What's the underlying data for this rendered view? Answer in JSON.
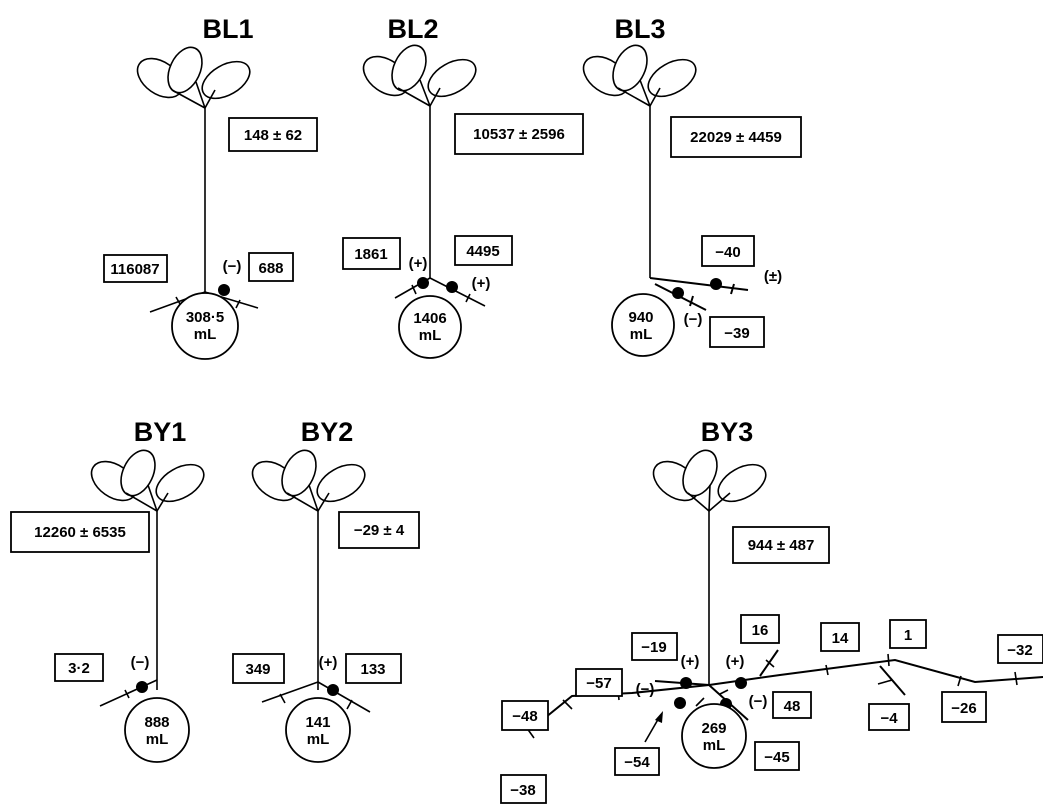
{
  "plants": {
    "BL1": {
      "title": "BL1",
      "shoot_value": "148 ± 62",
      "rhizosphere": [
        "308·5",
        "mL"
      ],
      "root_values": {
        "left": "116087",
        "right": "688"
      },
      "signs": {
        "right": "(−)"
      }
    },
    "BL2": {
      "title": "BL2",
      "shoot_value": "10537 ± 2596",
      "rhizosphere": [
        "1406",
        "mL"
      ],
      "root_values": {
        "left": "1861",
        "right": "4495"
      },
      "signs": {
        "left": "(+)",
        "right": "(+)"
      }
    },
    "BL3": {
      "title": "BL3",
      "shoot_value": "22029 ± 4459",
      "rhizosphere": [
        "940",
        "mL"
      ],
      "root_values": {
        "upper": "−40",
        "lower": "−39"
      },
      "signs": {
        "upper": "(±)",
        "lower": "(−)"
      }
    },
    "BY1": {
      "title": "BY1",
      "shoot_value": "12260 ± 6535",
      "rhizosphere": [
        "888",
        "mL"
      ],
      "root_values": {
        "left": "3·2"
      },
      "signs": {
        "left": "(−)"
      }
    },
    "BY2": {
      "title": "BY2",
      "shoot_value": "−29 ± 4",
      "rhizosphere": [
        "141",
        "mL"
      ],
      "root_values": {
        "left": "349",
        "right": "133"
      },
      "signs": {
        "right": "(+)"
      }
    },
    "BY3": {
      "title": "BY3",
      "shoot_value": "944 ± 487",
      "rhizosphere": [
        "269",
        "mL"
      ],
      "root_values": {
        "v_19": "−19",
        "v_16": "16",
        "v_14": "14",
        "v_1": "1",
        "v_32": "−32",
        "v_57": "−57",
        "v_48n": "−48",
        "v_48p": "48",
        "v_4": "−4",
        "v_26": "−26",
        "v_54": "−54",
        "v_45": "−45",
        "v_38": "−38"
      },
      "signs": {
        "plus_left": "(+)",
        "plus_right": "(+)",
        "minus_left": "(−)",
        "minus_right": "(−)"
      }
    }
  }
}
